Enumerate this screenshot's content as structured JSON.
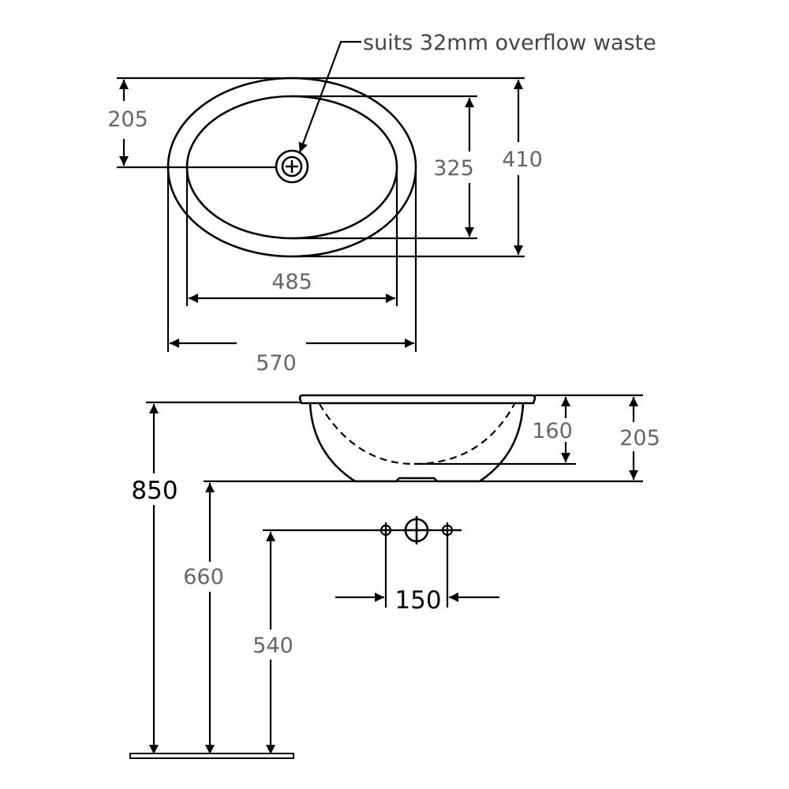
{
  "annotation": "suits 32mm overflow waste",
  "plan_view": {
    "depth_to_waste": "205",
    "inner_depth": "325",
    "outer_depth": "410",
    "inner_width": "485",
    "outer_width": "570"
  },
  "side_view": {
    "bowl_depth": "160",
    "overall_height": "205",
    "counter_height": "850",
    "bowl_bottom_height": "660",
    "tap_height": "540",
    "tap_spacing": "150"
  }
}
